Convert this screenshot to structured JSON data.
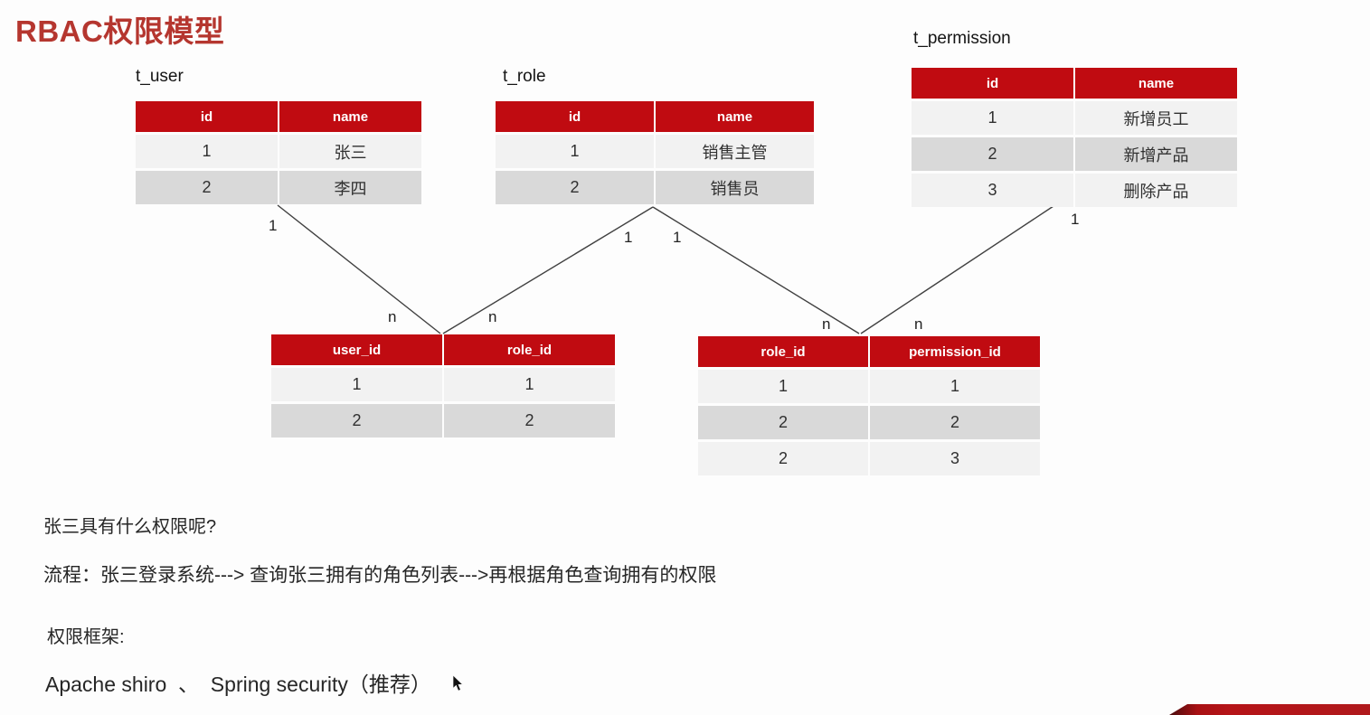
{
  "page": {
    "title": "RBAC权限模型"
  },
  "colors": {
    "header_bg": "#c00b11",
    "header_text": "#ffffff",
    "row_light": "#f2f2f2",
    "row_dark": "#d9d9d9",
    "title": "#b5362f",
    "line": "#404040",
    "text": "#262626",
    "ribbon": "#b0191c"
  },
  "tables": {
    "t_user": {
      "label": "t_user",
      "columns": [
        "id",
        "name"
      ],
      "rows": [
        [
          "1",
          "张三"
        ],
        [
          "2",
          "李四"
        ]
      ]
    },
    "t_role": {
      "label": "t_role",
      "columns": [
        "id",
        "name"
      ],
      "rows": [
        [
          "1",
          "销售主管"
        ],
        [
          "2",
          "销售员"
        ]
      ]
    },
    "t_permission": {
      "label": "t_permission",
      "columns": [
        "id",
        "name"
      ],
      "rows": [
        [
          "1",
          "新增员工"
        ],
        [
          "2",
          "新增产品"
        ],
        [
          "3",
          "删除产品"
        ]
      ]
    },
    "t_user_role": {
      "columns": [
        "user_id",
        "role_id"
      ],
      "rows": [
        [
          "1",
          "1"
        ],
        [
          "2",
          "2"
        ]
      ]
    },
    "t_role_permission": {
      "columns": [
        "role_id",
        "permission_id"
      ],
      "rows": [
        [
          "1",
          "1"
        ],
        [
          "2",
          "2"
        ],
        [
          "2",
          "3"
        ]
      ]
    }
  },
  "relations": {
    "one": "1",
    "many": "n",
    "edges": [
      {
        "from": "t_user",
        "to": "t_user_role",
        "from_card": "1",
        "to_card": "n"
      },
      {
        "from": "t_role",
        "to": "t_user_role",
        "from_card": "1",
        "to_card": "n"
      },
      {
        "from": "t_role",
        "to": "t_role_permission",
        "from_card": "1",
        "to_card": "n"
      },
      {
        "from": "t_permission",
        "to": "t_role_permission",
        "from_card": "1",
        "to_card": "n"
      }
    ]
  },
  "notes": {
    "question": "张三具有什么权限呢?",
    "flow": "流程：张三登录系统---> 查询张三拥有的角色列表--->再根据角色查询拥有的权限",
    "framework_title": "权限框架:",
    "frameworks": "Apache shiro  、  Spring security（推荐）"
  }
}
